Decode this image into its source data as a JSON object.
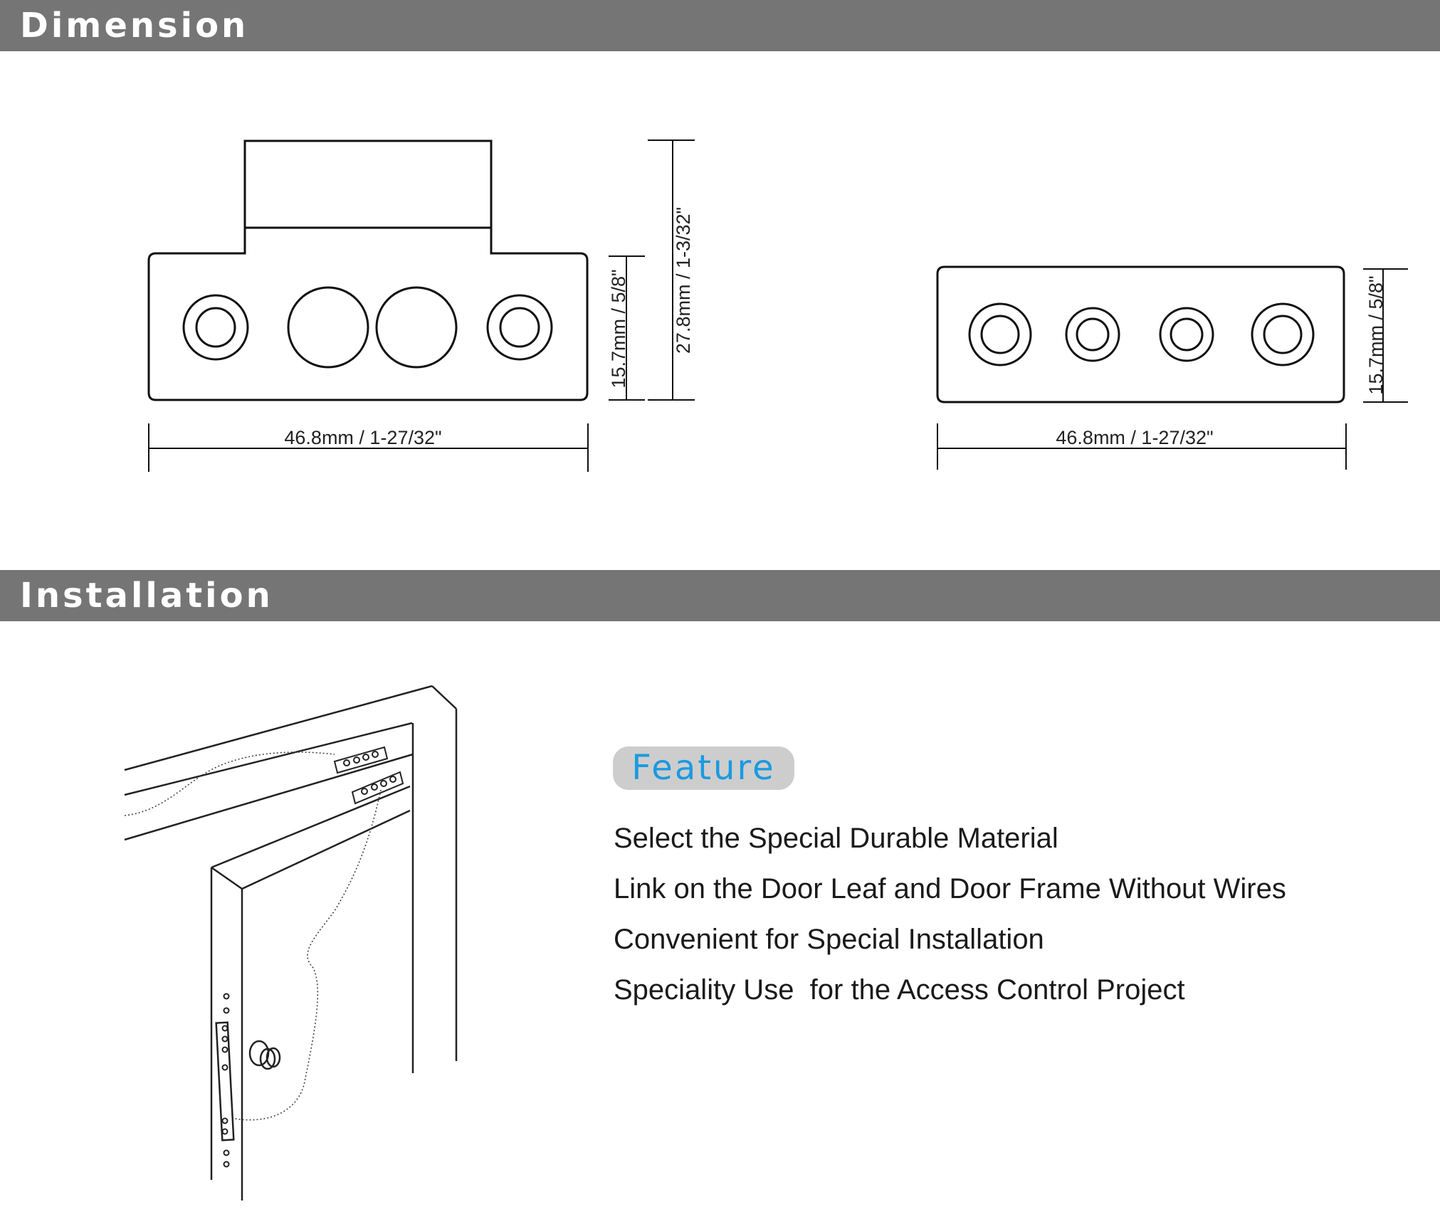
{
  "sections": {
    "dimension_title": "Dimension",
    "installation_title": "Installation"
  },
  "dimension": {
    "left_part": {
      "width_label": "46.8mm / 1-27/32\"",
      "height_label": "15.7mm / 5/8\"",
      "total_height_label": "27.8mm / 1-3/32\""
    },
    "right_part": {
      "width_label": "46.8mm / 1-27/32\"",
      "height_label": "15.7mm / 5/8\""
    }
  },
  "feature": {
    "badge_label": "Feature",
    "items": [
      "Select the Special Durable Material",
      "Link on the Door Leaf and Door Frame Without Wires",
      "Convenient for Special Installation",
      "Speciality Use  for the Access Control Project"
    ]
  },
  "colors": {
    "section_bar": "#757575",
    "feature_text": "#1a9ae0",
    "feature_badge": "#cdcdcd"
  }
}
